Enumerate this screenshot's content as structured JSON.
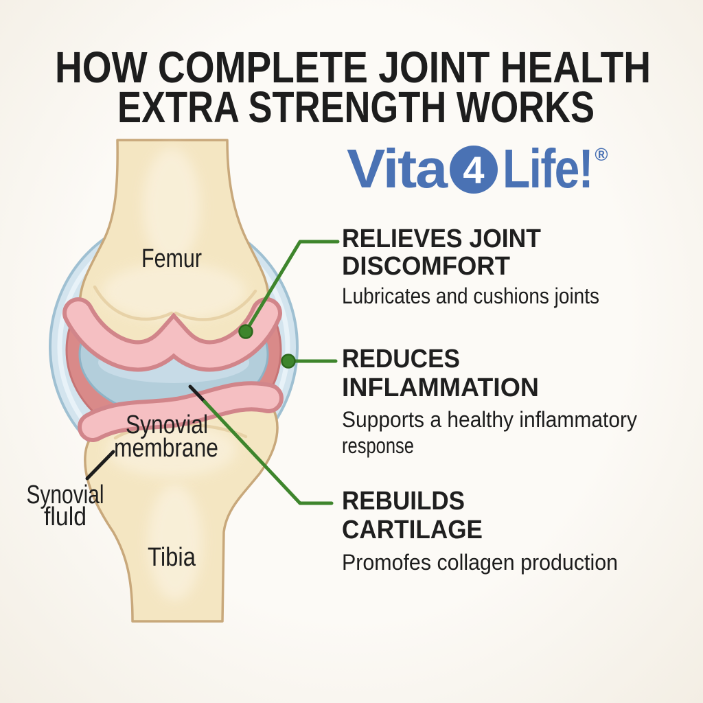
{
  "title": {
    "lines": [
      "HOW COMPLETE JOINT HEALTH",
      "EXTRA STRENGTH WORKS"
    ]
  },
  "logo": {
    "text_before": "Vita",
    "badge_number": "4",
    "text_after": "Life!",
    "registered_mark": "®",
    "brand_color": "#4A72B4"
  },
  "diagram": {
    "labels": {
      "femur": "Femur",
      "synovial_membrane": [
        "Synovial",
        "membrane"
      ],
      "synovial_fluid": [
        "Synovial",
        "fluld"
      ],
      "tibia": "Tibia"
    },
    "colors": {
      "bone": "#F4E6C2",
      "bone_outline": "#C8A87B",
      "cartilage": "#F5BFC2",
      "cartilage_edge": "#D1858A",
      "synovial_fluid_blue": "#B3CEDB",
      "capsule_blue": "#D3E4EE",
      "membrane_ring_red": "#D98A89",
      "connector_green": "#3E852C",
      "pointer_black": "#1C1C1C"
    }
  },
  "benefits": [
    {
      "heading_lines": [
        "RELIEVES JOINT",
        "DISCOMFORT"
      ],
      "description_lines": [
        "Lubricates and cushions joints"
      ]
    },
    {
      "heading_lines": [
        "REDUCES",
        "INFLAMMATION"
      ],
      "description_lines": [
        "Supports a healthy inflammatory",
        "response"
      ]
    },
    {
      "heading_lines": [
        "REBUILDS",
        "CARTILAGE"
      ],
      "description_lines": [
        "Promofes collagen production"
      ]
    }
  ],
  "background_color": "#FBF9F4",
  "text_color": "#1E1E1E"
}
